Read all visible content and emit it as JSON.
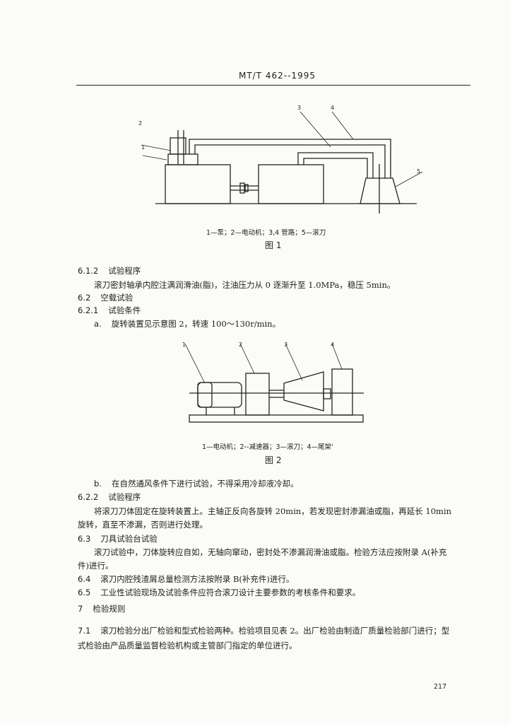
{
  "header": {
    "standard_no": "MT/T 462--1995"
  },
  "figure1": {
    "labels": [
      "1",
      "2",
      "3",
      "4",
      "5"
    ],
    "caption": "1—泵；2—电动机；3,4  管路；5—滚刀",
    "title": "图 1"
  },
  "figure2": {
    "labels": [
      "1",
      "2",
      "3",
      "4"
    ],
    "caption": "1—电动机；2--减速器；3—滚刀；4—尾架'",
    "title": "图 2"
  },
  "lines": [
    {
      "num": "6.1.2",
      "text": "试验程序"
    },
    {
      "num": "",
      "text": "滚刀密封轴承内腔注满润滑油(脂)，注油压力从 0 逐渐升至 1.0MPa，稳压 5min。"
    },
    {
      "num": "6.2",
      "text": "空载试验"
    },
    {
      "num": "6.2.1",
      "text": "试验条件"
    },
    {
      "num": "a.",
      "text": "旋转装置见示意图 2，转速 100～130r/min。"
    },
    {
      "num": "b.",
      "text": "在自然通风条件下进行试验，不得采用冷却液冷却。"
    },
    {
      "num": "6.2.2",
      "text": "试验程序"
    },
    {
      "num": "",
      "text": "将滚刀刀体固定在旋转装置上。主轴正反向各旋转 20min，若发现密封渗漏油或脂，再延长 10min"
    },
    {
      "num": "",
      "text": "旋转，直至不渗漏，否则进行处理。"
    },
    {
      "num": "6.3",
      "text": "刀具试验台试验"
    },
    {
      "num": "",
      "text": "滚刀试验中，刀体旋转应自如，无轴向窜动，密封处不渗漏润滑油或脂。检验方法应按附录 A(补充"
    },
    {
      "num": "",
      "text": "件)进行。"
    },
    {
      "num": "6.4",
      "text": "滚刀内腔残渣屑总量检测方法按附录 B(补充件)进行。"
    },
    {
      "num": "6.5",
      "text": "工业性试验现场及试验条件应符合滚刀设计主要参数的考核条件和要求。"
    },
    {
      "num": "7",
      "text": "检验规则"
    },
    {
      "num": "7.1",
      "text": "滚刀检验分出厂检验和型式检验两种。检验项目见表 2。出厂检验由制造厂质量检验部门进行；型"
    },
    {
      "num": "",
      "text": "式检验由产品质量监督检验机构或主管部门指定的单位进行。"
    }
  ],
  "page_number": "217"
}
